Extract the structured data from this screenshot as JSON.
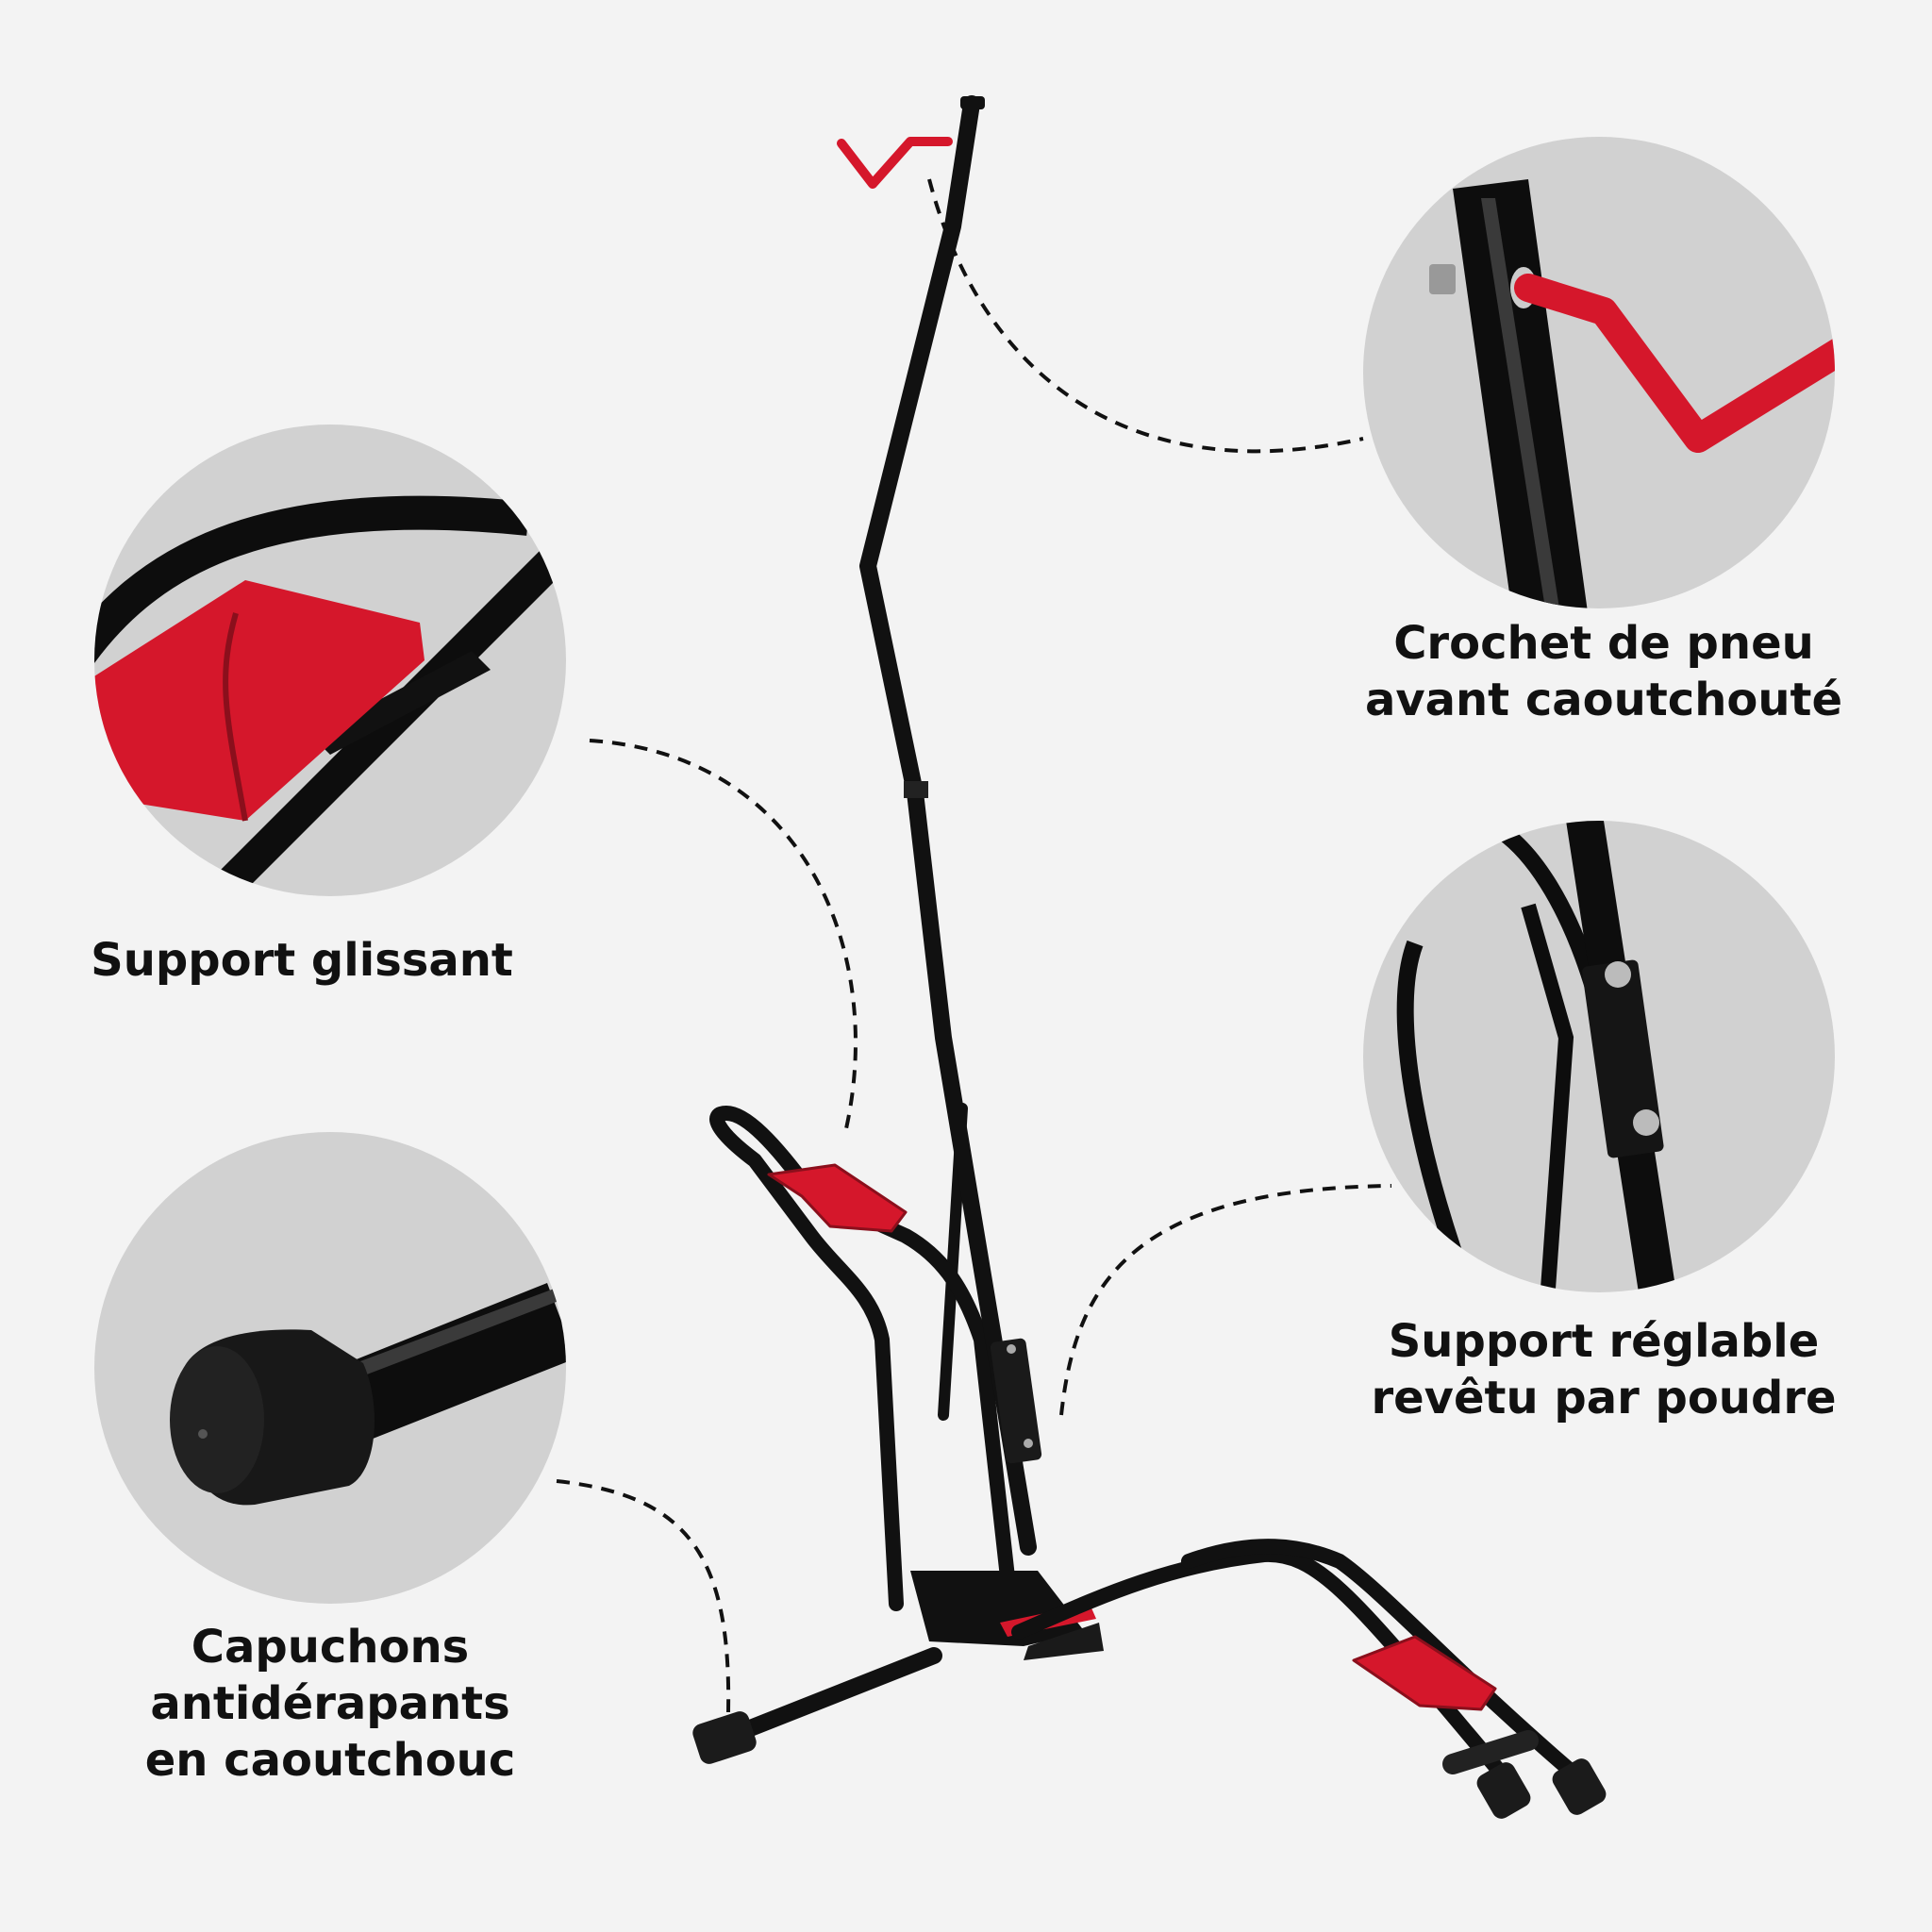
{
  "callouts": {
    "hook": {
      "lines": [
        "Crochet de pneu",
        "avant caoutchouté"
      ],
      "icon": "rubber-hook-closeup"
    },
    "slider": {
      "lines": [
        "Support glissant"
      ],
      "icon": "sliding-support-closeup"
    },
    "adjustable": {
      "lines": [
        "Support réglable",
        "revêtu par poudre"
      ],
      "icon": "adjustable-bracket-closeup"
    },
    "caps": {
      "lines": [
        "Capuchons",
        "antidérapants",
        "en caoutchouc"
      ],
      "icon": "rubber-cap-closeup"
    }
  },
  "colors": {
    "background": "#f3f3f3",
    "circle": "#d1d1d1",
    "tube": "#111111",
    "accent_red": "#d5172b",
    "text": "#111111"
  }
}
